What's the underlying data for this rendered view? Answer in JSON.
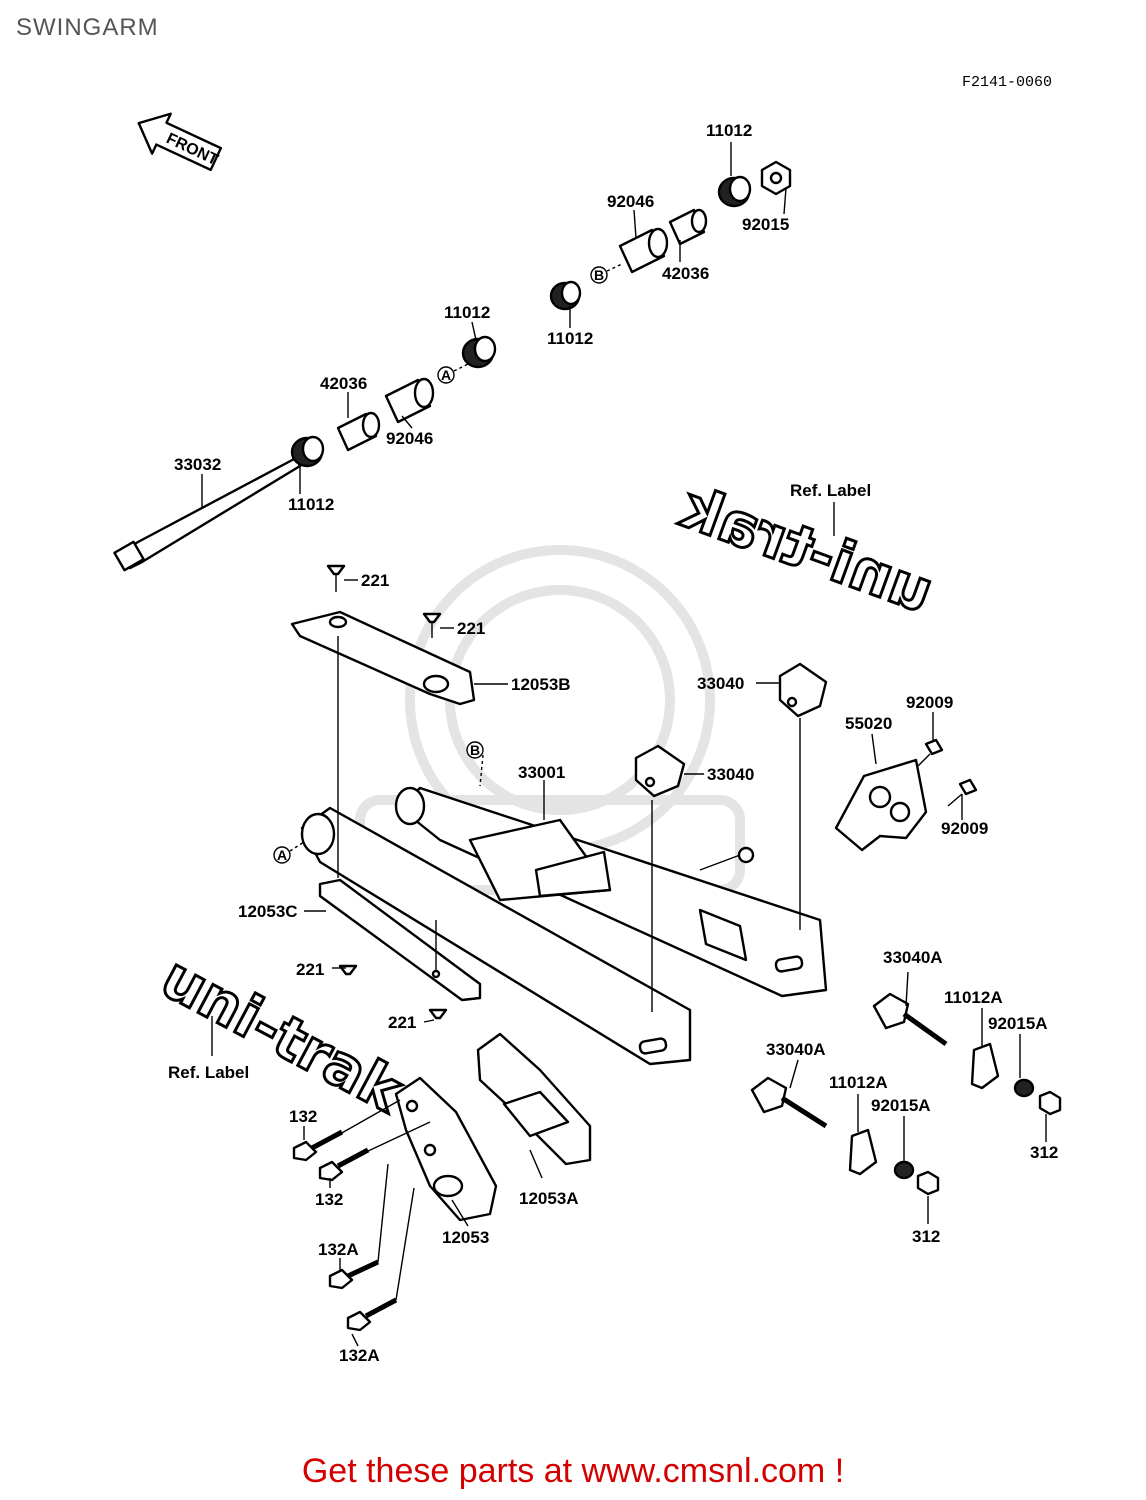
{
  "header": {
    "title": "SWINGARM",
    "diagram_code": "F2141-0060"
  },
  "orientation_arrow": {
    "label": "FRONT"
  },
  "callouts": [
    "A",
    "B"
  ],
  "decals": {
    "upper_brand": "uni-trak",
    "lower_brand": "uni-trak",
    "ref_label": "Ref. Label"
  },
  "parts": [
    {
      "no": "11012"
    },
    {
      "no": "92015"
    },
    {
      "no": "92046"
    },
    {
      "no": "42036"
    },
    {
      "no": "11012"
    },
    {
      "no": "11012"
    },
    {
      "no": "42036"
    },
    {
      "no": "92046"
    },
    {
      "no": "33032"
    },
    {
      "no": "11012"
    },
    {
      "no": "221"
    },
    {
      "no": "221"
    },
    {
      "no": "12053B"
    },
    {
      "no": "33040"
    },
    {
      "no": "92009"
    },
    {
      "no": "55020"
    },
    {
      "no": "33001"
    },
    {
      "no": "33040"
    },
    {
      "no": "92009"
    },
    {
      "no": "12053C"
    },
    {
      "no": "221"
    },
    {
      "no": "221"
    },
    {
      "no": "33040A"
    },
    {
      "no": "11012A"
    },
    {
      "no": "92015A"
    },
    {
      "no": "33040A"
    },
    {
      "no": "11012A"
    },
    {
      "no": "92015A"
    },
    {
      "no": "312"
    },
    {
      "no": "312"
    },
    {
      "no": "132"
    },
    {
      "no": "132"
    },
    {
      "no": "12053A"
    },
    {
      "no": "12053"
    },
    {
      "no": "132A"
    },
    {
      "no": "132A"
    }
  ],
  "footer": {
    "text": "Get these parts at www.cmsnl.com !",
    "color": "#d40000"
  }
}
